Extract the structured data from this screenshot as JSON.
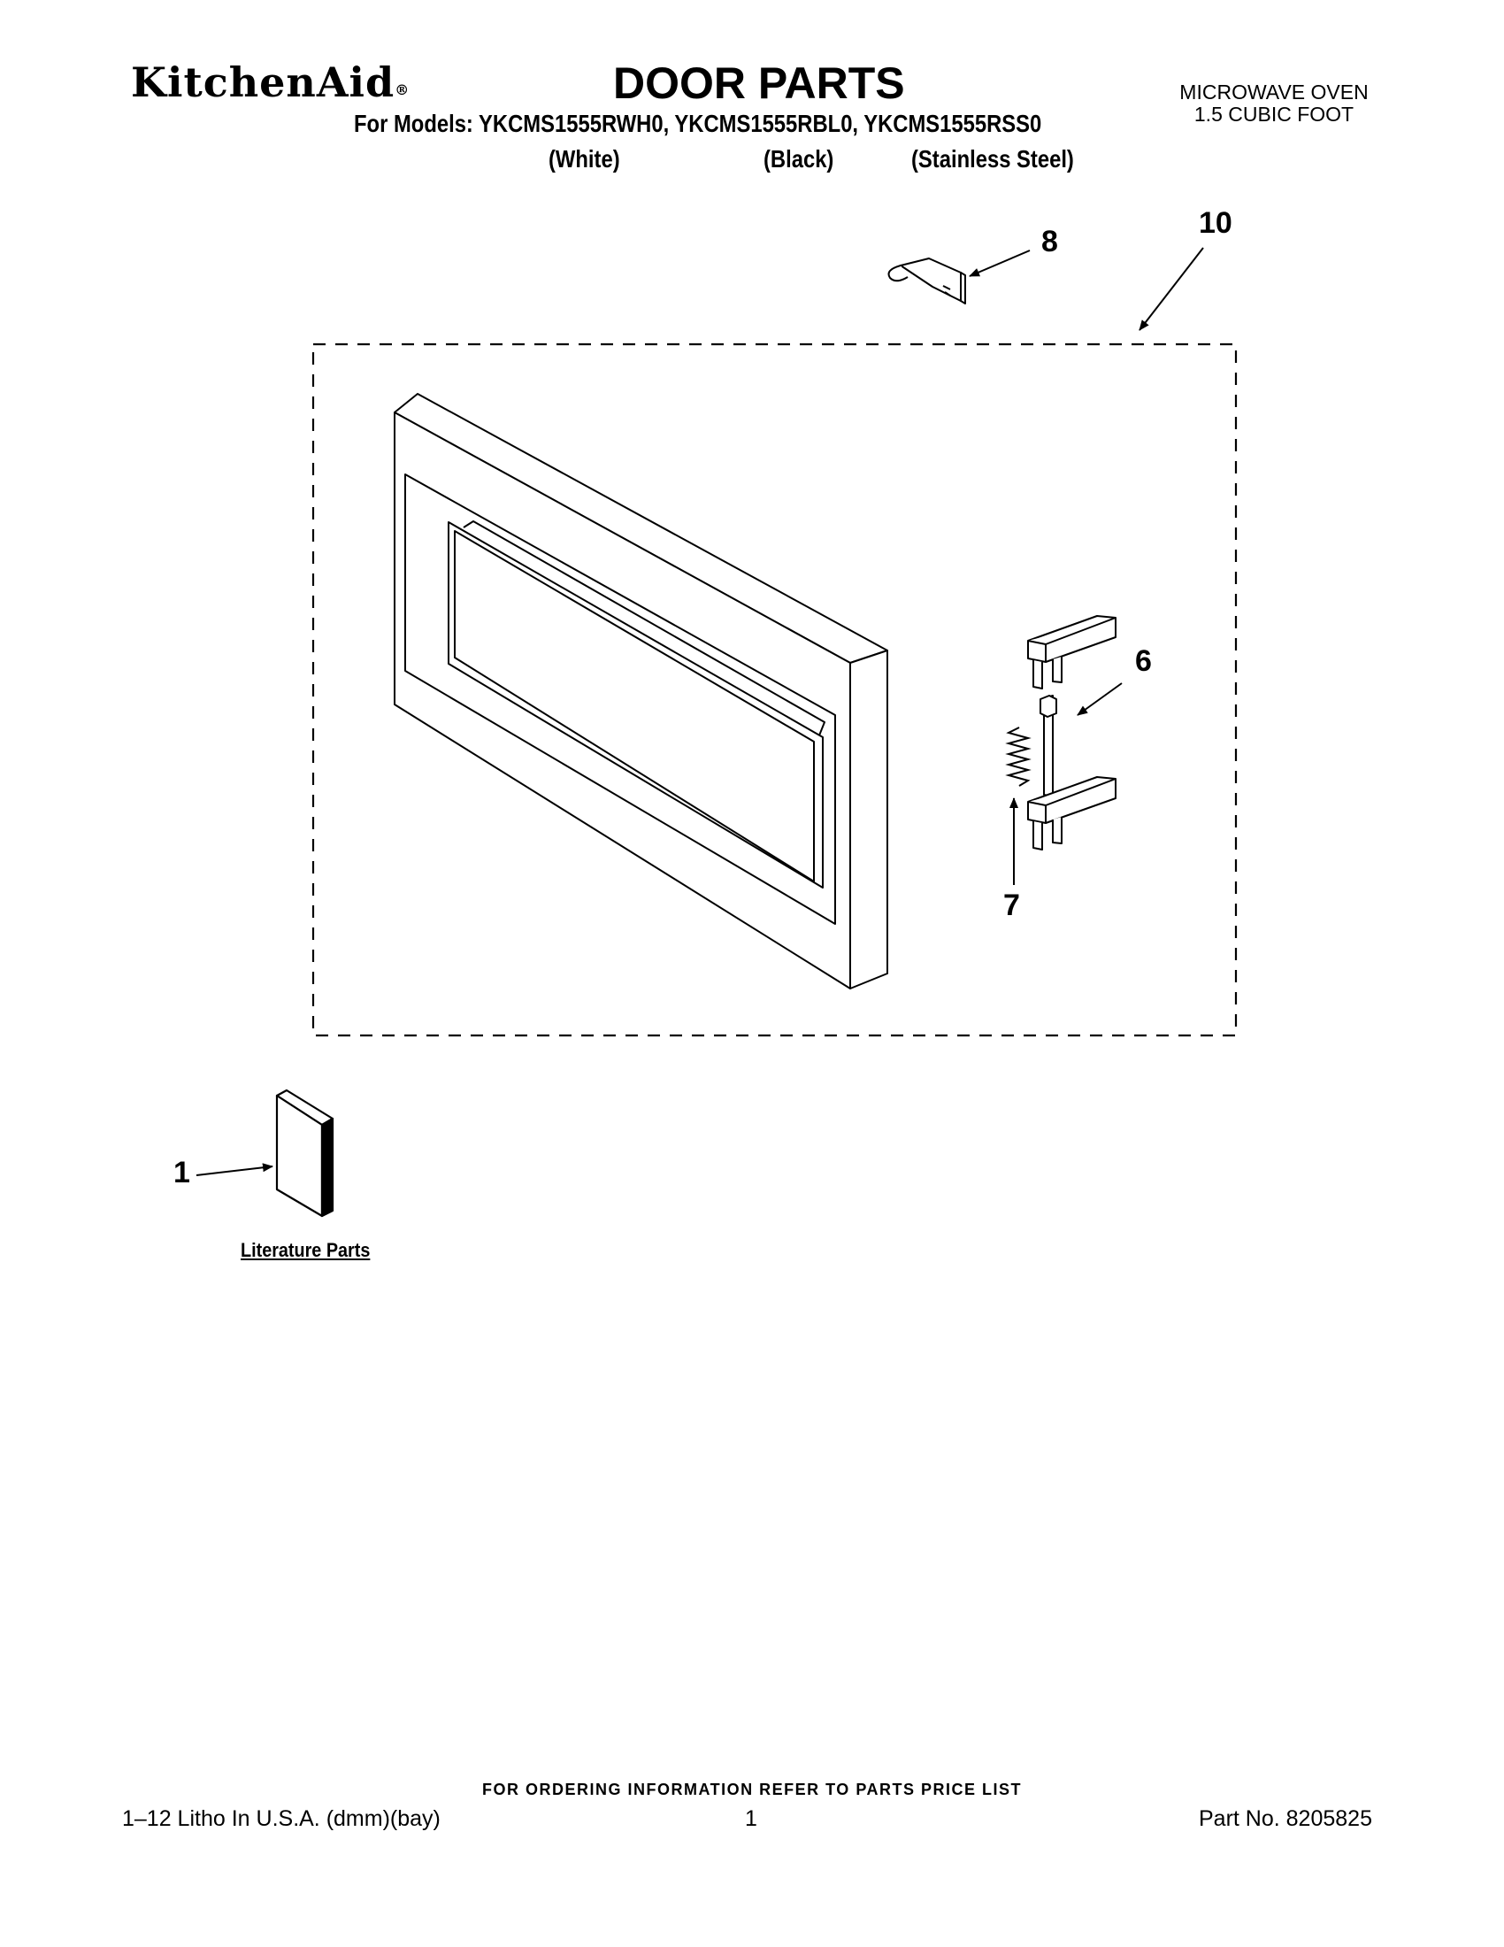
{
  "header": {
    "brand": "KitchenAid",
    "brand_mark": "®",
    "title": "DOOR PARTS",
    "appliance_type": "MICROWAVE OVEN",
    "capacity": "1.5 CUBIC FOOT",
    "models_line": "For Models: YKCMS1555RWH0, YKCMS1555RBL0, YKCMS1555RSS0",
    "colors": [
      "(White)",
      "(Black)",
      "(Stainless Steel)"
    ]
  },
  "diagram": {
    "callouts": [
      "8",
      "10",
      "6",
      "7",
      "1"
    ],
    "literature_label": "Literature Parts"
  },
  "footer": {
    "ordering_note": "FOR ORDERING INFORMATION REFER TO PARTS PRICE LIST",
    "litho": "1–12 Litho In U.S.A. (dmm)(bay)",
    "page_number": "1",
    "part_number": "Part No. 8205825"
  }
}
